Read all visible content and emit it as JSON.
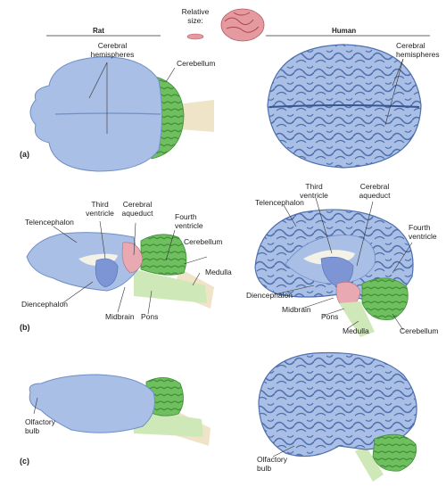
{
  "header": {
    "relative_size": "Relative\nsize:",
    "rat": "Rat",
    "human": "Human"
  },
  "panels": {
    "a": "(a)",
    "b": "(b)",
    "c": "(c)"
  },
  "labels": {
    "a_rat_hemispheres": "Cerebral\nhemispheres",
    "a_rat_cerebellum": "Cerebellum",
    "a_human_hemispheres": "Cerebral\nhemispheres",
    "b_rat_telencephalon": "Telencephalon",
    "b_rat_third_ventricle": "Third\nventricle",
    "b_rat_aqueduct": "Cerebral\naqueduct",
    "b_rat_fourth_ventricle": "Fourth\nventricle",
    "b_rat_cerebellum": "Cerebellum",
    "b_rat_medulla": "Medulla",
    "b_rat_diencephalon": "Diencephalon",
    "b_rat_midbrain": "Midbrain",
    "b_rat_pons": "Pons",
    "b_human_telencephalon": "Telencephalon",
    "b_human_third_ventricle": "Third\nventricle",
    "b_human_aqueduct": "Cerebral\naqueduct",
    "b_human_fourth_ventricle": "Fourth\nventricle",
    "b_human_diencephalon": "Diencephalon",
    "b_human_midbrain": "Midbrain",
    "b_human_pons": "Pons",
    "b_human_medulla": "Medulla",
    "b_human_cerebellum": "Cerebellum",
    "c_rat_olfactory": "Olfactory\nbulb",
    "c_human_olfactory": "Olfactory\nbulb"
  },
  "colors": {
    "cerebrum_fill": "#a9bfe6",
    "cerebrum_dark": "#6f8fc8",
    "cerebellum_fill": "#6fbf5f",
    "cerebellum_dark": "#3f8f3a",
    "stem_fill": "#cfe8b8",
    "midbrain_pink": "#e8a9b3",
    "ventricle_fill": "#f4f1e6",
    "diencephalon_fill": "#7d95d4",
    "spinal_cord": "#efe3c8",
    "mini_brain": "#e59aa0"
  }
}
